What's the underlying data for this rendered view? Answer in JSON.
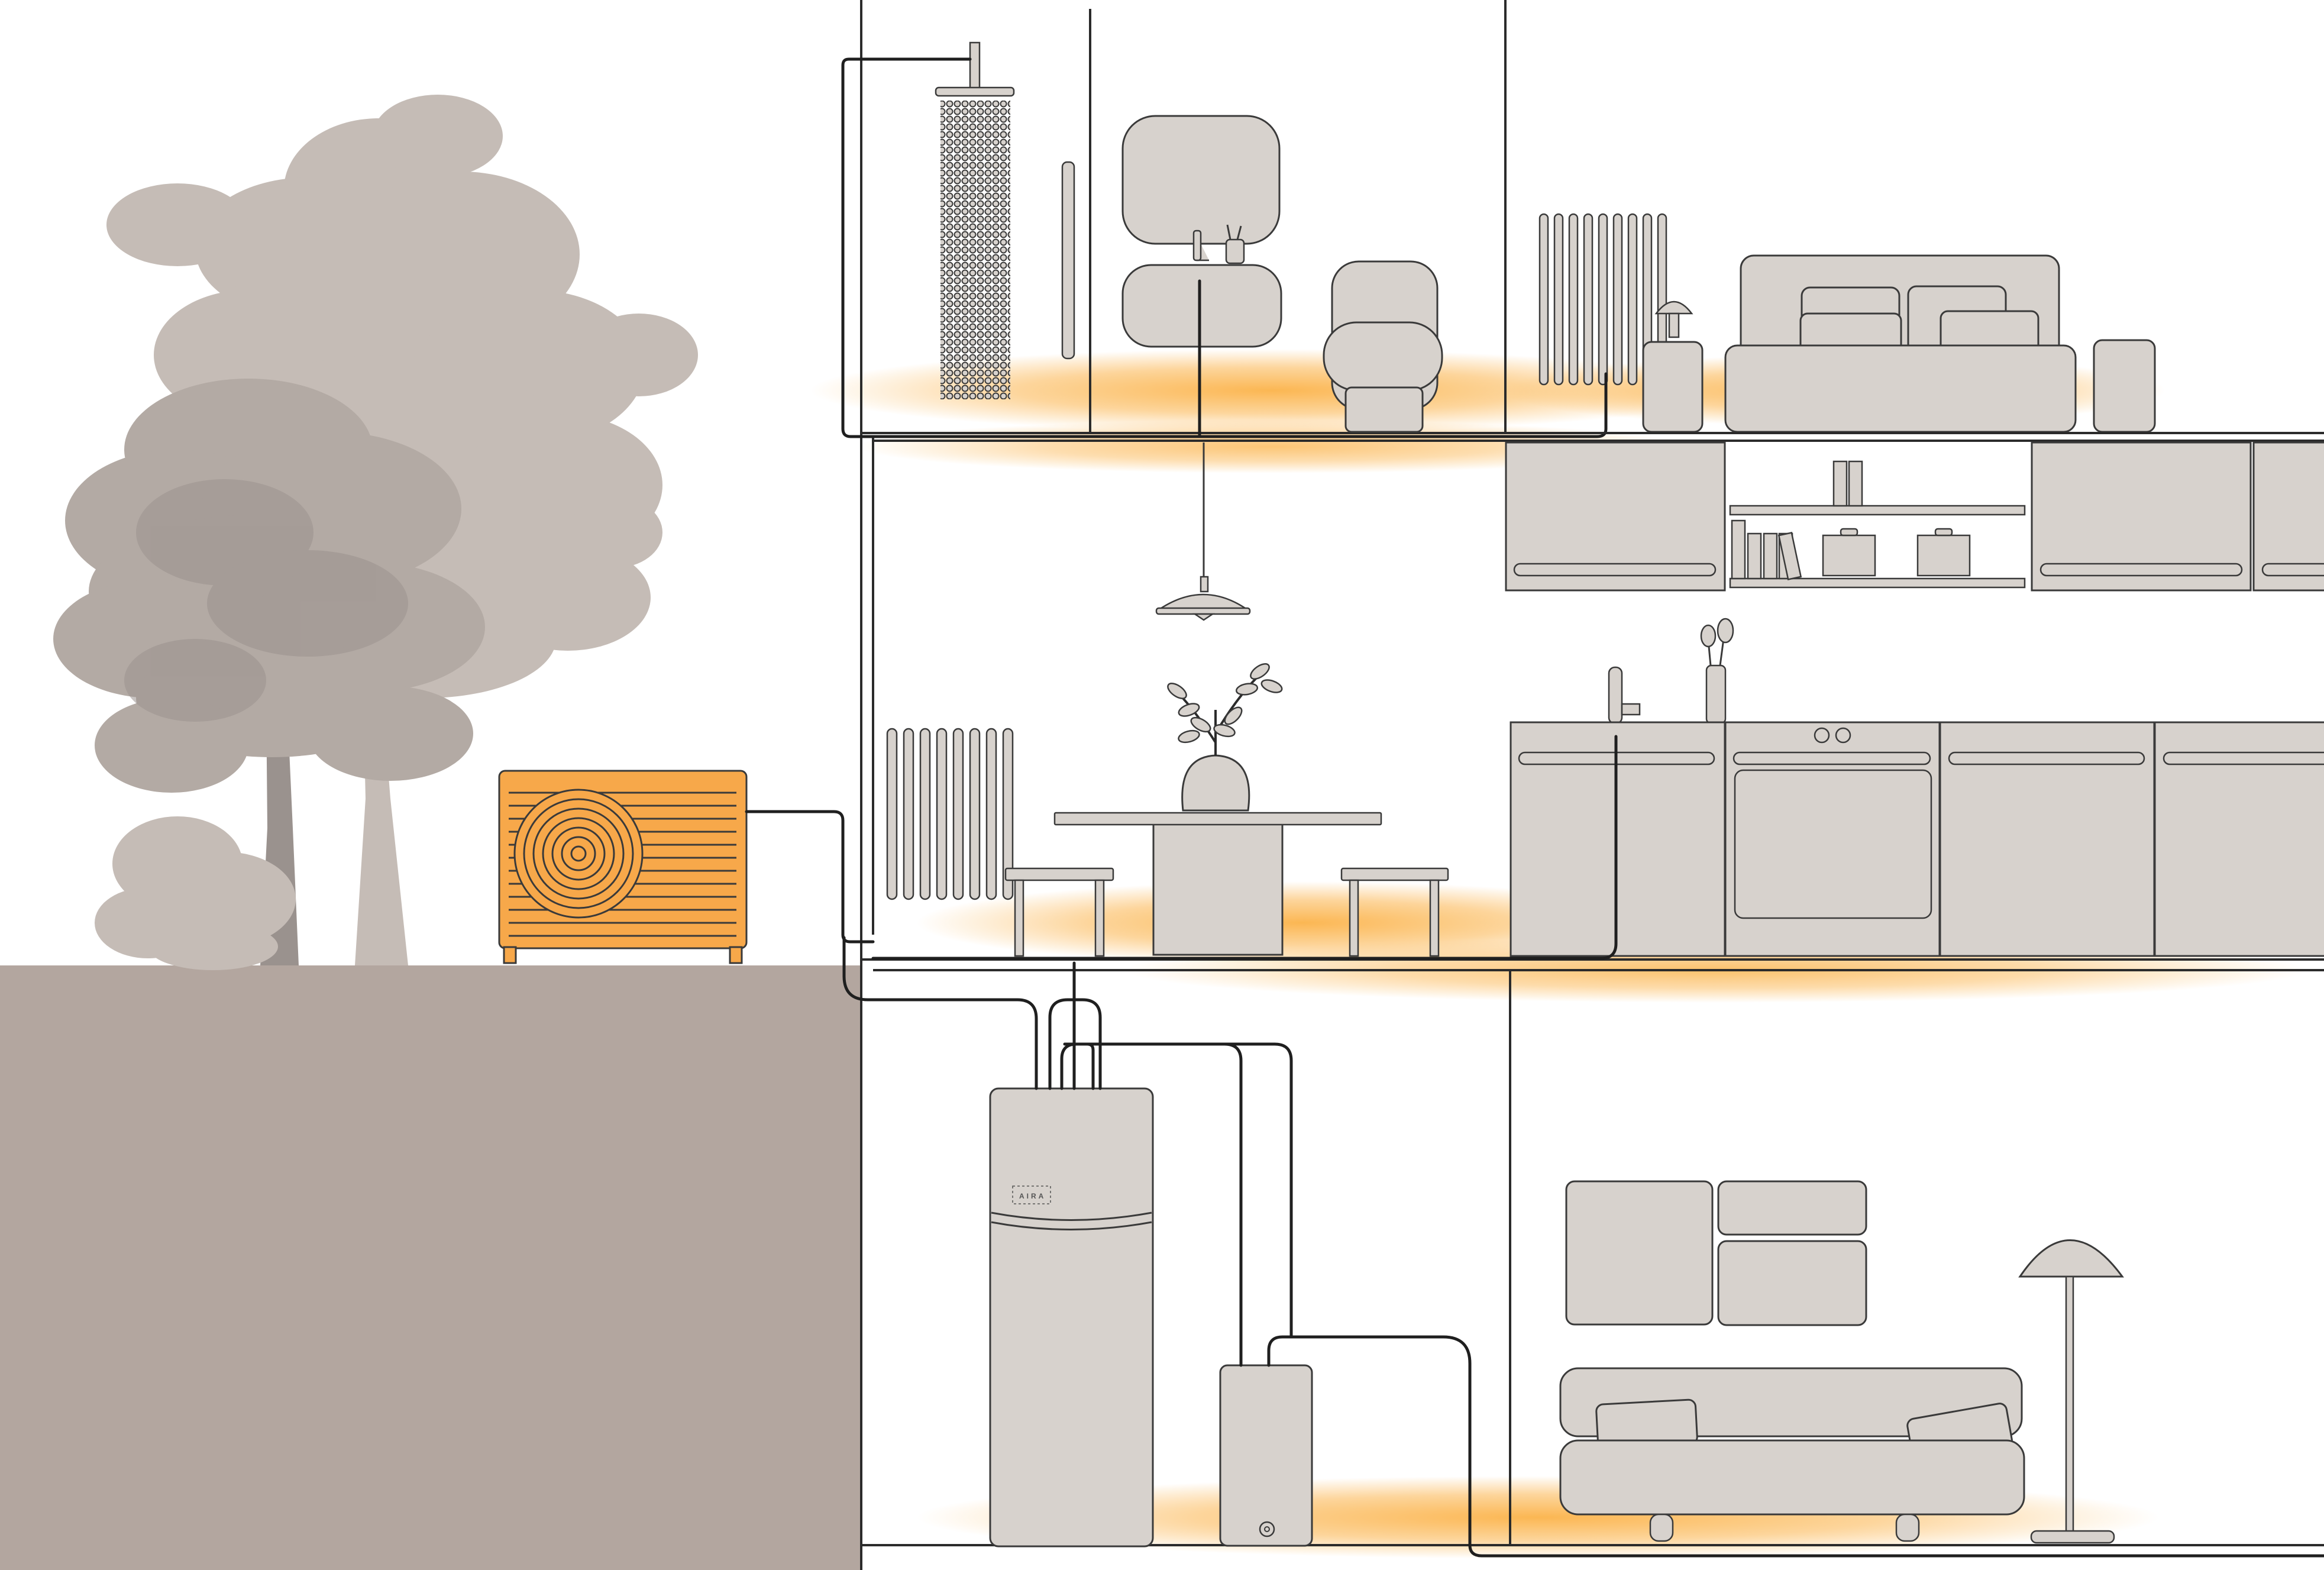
{
  "brand": {
    "label": "AIRA"
  },
  "palette": {
    "ground": "#b3a69f",
    "furniture": "#d7d2cd",
    "heat_pump": "#f7a84a",
    "warm_glow": "#fbb34a",
    "line": "#2b2b2b"
  },
  "floors": [
    {
      "name": "bathroom-and-bedroom",
      "rooms": [
        "bathroom",
        "bedroom"
      ]
    },
    {
      "name": "kitchen-and-dining",
      "rooms": [
        "dining",
        "kitchen"
      ]
    },
    {
      "name": "utility-and-living",
      "rooms": [
        "utility",
        "living-room"
      ]
    }
  ],
  "components": {
    "outdoor_unit": "heat-pump-outdoor-unit",
    "indoor_unit": "hot-water-cylinder",
    "small_unit": "indoor-control-unit",
    "emitters": [
      "radiator-bathroom",
      "radiator-bedroom",
      "radiator-dining",
      "underfloor-heating"
    ]
  },
  "icons": [
    "tree-icon",
    "heat-pump-icon",
    "radiator-icon",
    "shower-icon",
    "sofa-icon",
    "lamp-icon",
    "plant-icon"
  ]
}
